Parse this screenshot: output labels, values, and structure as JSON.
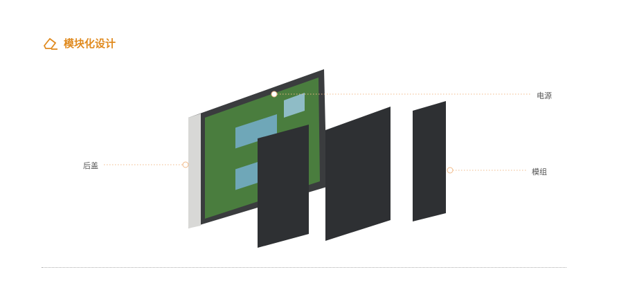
{
  "section": {
    "title": "模块化设计",
    "icon": "pencil-eraser-icon"
  },
  "callouts": {
    "power": "电源",
    "back_cover": "后盖",
    "module": "模组"
  },
  "colors": {
    "accent": "#e08a1e",
    "leader": "#f0b988",
    "panel": "#2e3033",
    "pcb": "#3f7a3a"
  }
}
